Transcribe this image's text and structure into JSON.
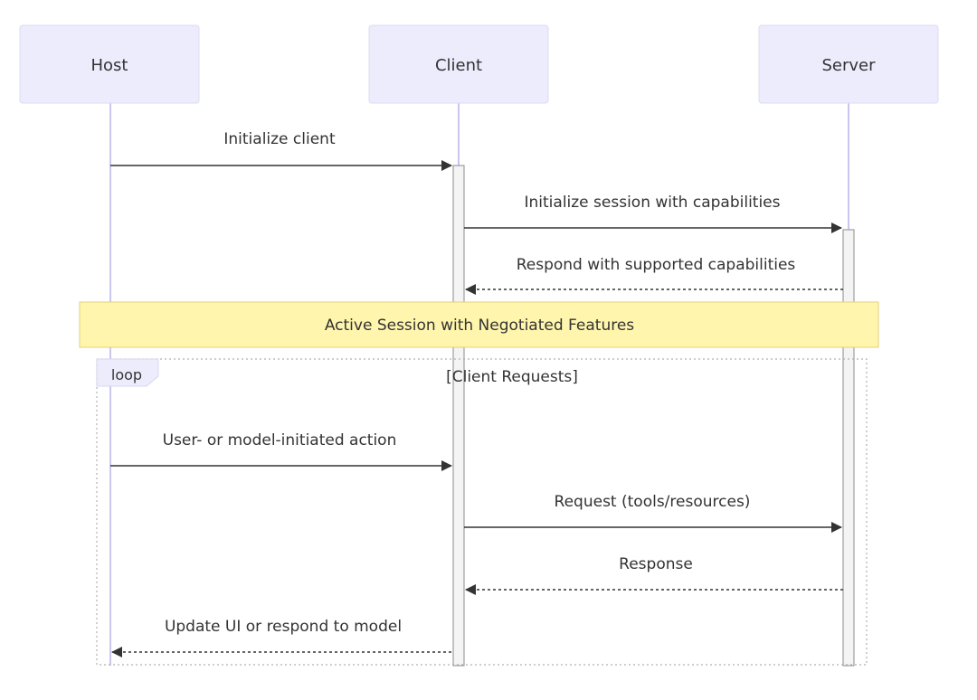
{
  "participants": [
    {
      "id": "host",
      "label": "Host"
    },
    {
      "id": "client",
      "label": "Client"
    },
    {
      "id": "server",
      "label": "Server"
    }
  ],
  "note": {
    "text": "Active Session with Negotiated Features",
    "over": [
      "host",
      "server"
    ]
  },
  "loop": {
    "tag": "loop",
    "condition": "[Client Requests]"
  },
  "messages": [
    {
      "from": "host",
      "to": "client",
      "label": "Initialize client",
      "style": "solid"
    },
    {
      "from": "client",
      "to": "server",
      "label": "Initialize session with capabilities",
      "style": "solid"
    },
    {
      "from": "server",
      "to": "client",
      "label": "Respond with supported capabilities",
      "style": "dashed"
    },
    {
      "from": "host",
      "to": "client",
      "label": "User- or model-initiated action",
      "style": "solid"
    },
    {
      "from": "client",
      "to": "server",
      "label": "Request (tools/resources)",
      "style": "solid"
    },
    {
      "from": "server",
      "to": "client",
      "label": "Response",
      "style": "dashed"
    },
    {
      "from": "client",
      "to": "host",
      "label": "Update UI or respond to model",
      "style": "dashed"
    }
  ],
  "colors": {
    "actor_fill": "#ececfd",
    "lifeline": "#c9c7ee",
    "note_fill": "#fff5ad",
    "line": "#333333"
  }
}
